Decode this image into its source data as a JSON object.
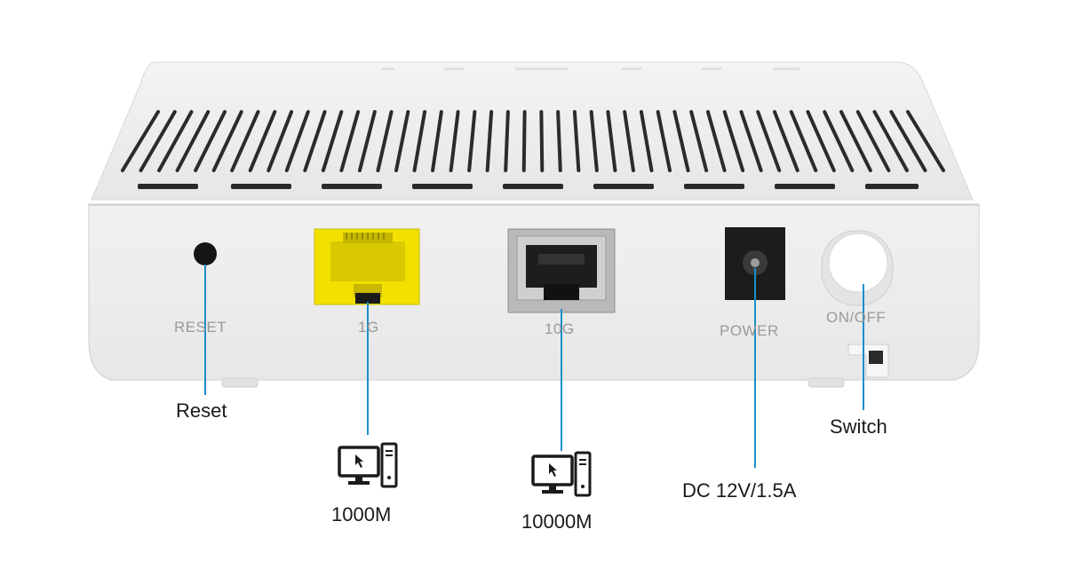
{
  "port_labels": {
    "reset": "RESET",
    "port_1g": "1G",
    "port_10g": "10G",
    "power": "POWER",
    "on_off": "ON/OFF"
  },
  "callouts": {
    "reset": "Reset",
    "port_1g_speed": "1000M",
    "port_10g_speed": "10000M",
    "power_spec": "DC 12V/1.5A",
    "switch": "Switch"
  },
  "colors": {
    "device_body": "#ededed",
    "port_1g": "#f2e100",
    "callout_line": "#1a8fc9",
    "label_gray": "#9a9a9a"
  },
  "icons": {
    "computer_1g": "computer-icon",
    "computer_10g": "computer-icon"
  }
}
